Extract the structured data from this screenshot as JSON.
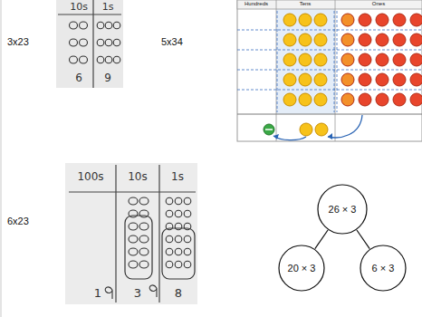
{
  "diagram": {
    "nodes": [
      {
        "text": [
          "26 × 3"
        ]
      },
      {
        "text": [
          "20 × 3"
        ]
      },
      {
        "text": [
          "6 × 3"
        ]
      }
    ],
    "edges": [
      {
        "from": 0,
        "to": 1,
        "arrow": "none"
      },
      {
        "from": 0,
        "to": 2,
        "arrow": "none"
      }
    ],
    "labels": [
      "3x23",
      "10s",
      "1s",
      "6",
      "9",
      "5x34",
      "Hundreds",
      "Tens",
      "Ones",
      "6x23",
      "100s",
      "10s",
      "1s",
      "1",
      "3",
      "8"
    ]
  }
}
